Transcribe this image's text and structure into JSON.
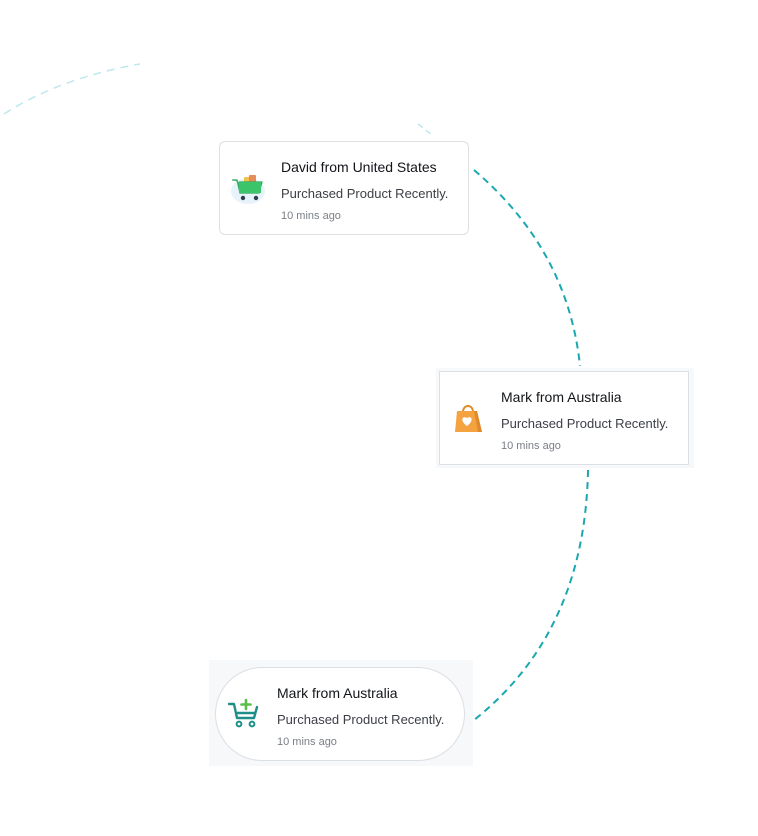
{
  "notifications": [
    {
      "title": "David from United States",
      "message": "Purchased Product Recently.",
      "time": "10 mins ago",
      "icon": "shopping-cart-full-icon"
    },
    {
      "title": "Mark from Australia",
      "message": "Purchased Product Recently.",
      "time": "10 mins ago",
      "icon": "shopping-bag-heart-icon"
    },
    {
      "title": "Mark from Australia",
      "message": "Purchased Product Recently.",
      "time": "10 mins ago",
      "icon": "cart-add-icon"
    }
  ],
  "colors": {
    "connector": "#1aa8b0",
    "connector_faint": "#bfe8ec",
    "card_border": "#dcdfe4",
    "cart_green": "#3cc46b",
    "bag_orange": "#f4a340",
    "cart_teal": "#1e8f88",
    "plus_green": "#58c04a"
  }
}
